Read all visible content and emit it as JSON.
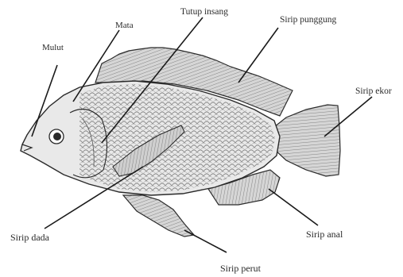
{
  "labels": {
    "mulut": "Mulut",
    "mata": "Mata",
    "tutup_insang": "Tutup insang",
    "sirip_punggung": "Sirip punggung",
    "sirip_ekor": "Sirip ekor",
    "sirip_dada": "Sirip dada",
    "sirip_anal": "Sirip anal",
    "sirip_perut": "Sirip perut"
  },
  "colors": {
    "ink": "#2a2a2a",
    "body_fill": "#e9e9e9",
    "fin_fill": "#d6d6d6",
    "background": "#ffffff"
  }
}
